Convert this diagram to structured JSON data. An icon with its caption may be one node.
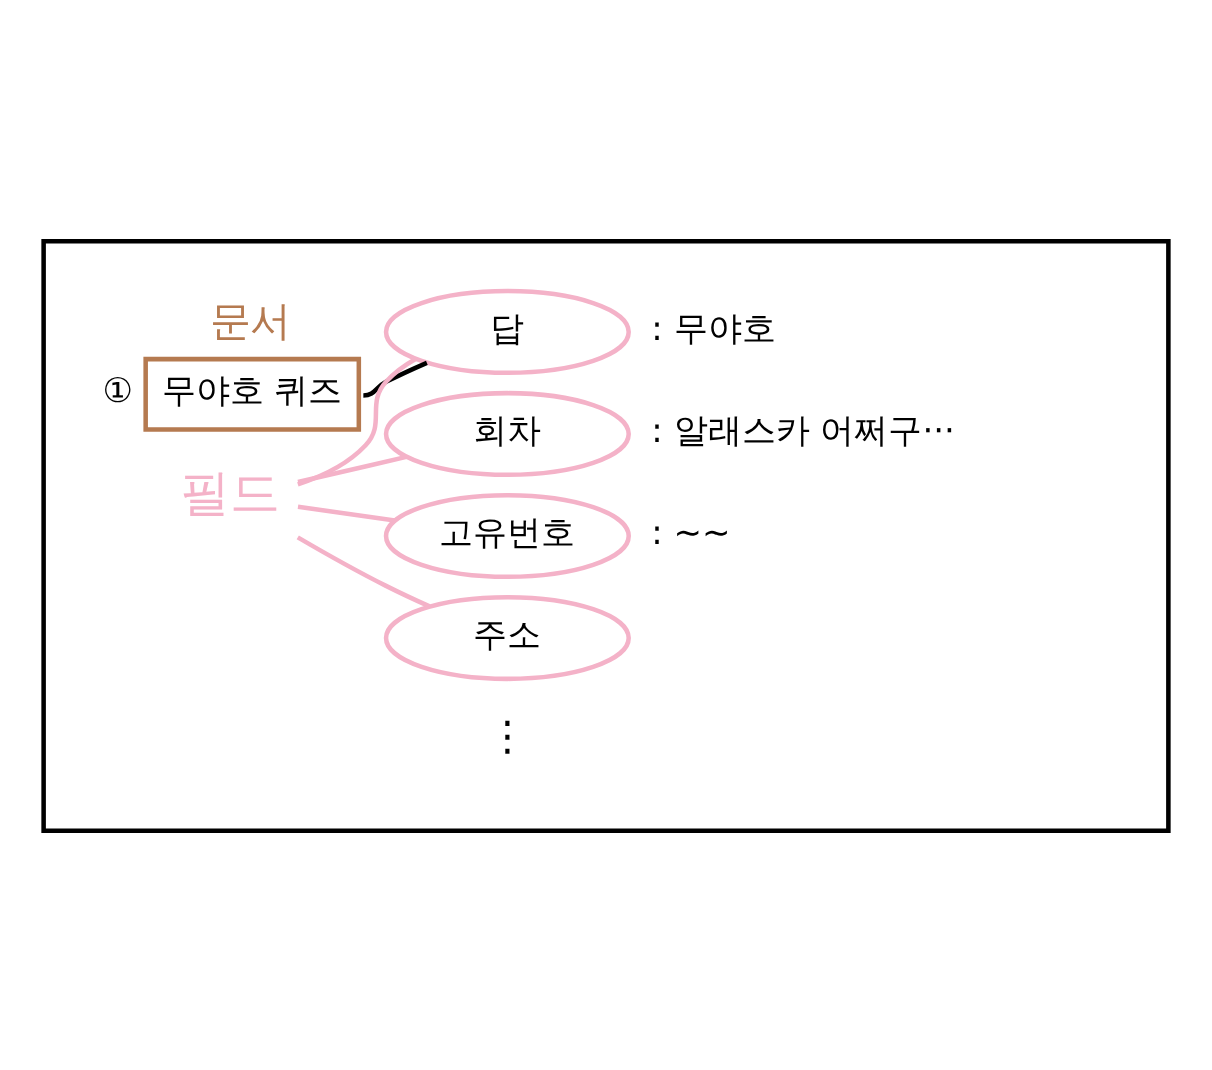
{
  "diagram": {
    "nodes": [
      {
        "text": [],
        "shape": "box"
      },
      {
        "text": [
          "문서",
          "무야호 퀴즈"
        ],
        "in": 0,
        "beside": [
          "①"
        ]
      },
      {
        "text": [
          "필드"
        ],
        "in": 0
      },
      {
        "text": [
          "답"
        ],
        "in": 0,
        "beside": [
          ": 무야호"
        ]
      },
      {
        "text": [
          "회차"
        ],
        "in": 0,
        "beside": [
          ": 알래스카 어쩌구···"
        ]
      },
      {
        "text": [
          "고유번호"
        ],
        "in": 0,
        "beside": [
          ": ~~"
        ]
      },
      {
        "text": [
          "주소"
        ],
        "in": 0
      }
    ],
    "edges": [
      {
        "from": 1,
        "to": 3,
        "arrow": "none",
        "color": "#000000"
      },
      {
        "from": 2,
        "to": 3,
        "arrow": "none"
      },
      {
        "from": 2,
        "to": 4,
        "arrow": "none"
      },
      {
        "from": 2,
        "to": 5,
        "arrow": "none"
      },
      {
        "from": 2,
        "to": 6,
        "arrow": "none"
      }
    ],
    "labels": [
      "⋮"
    ]
  }
}
